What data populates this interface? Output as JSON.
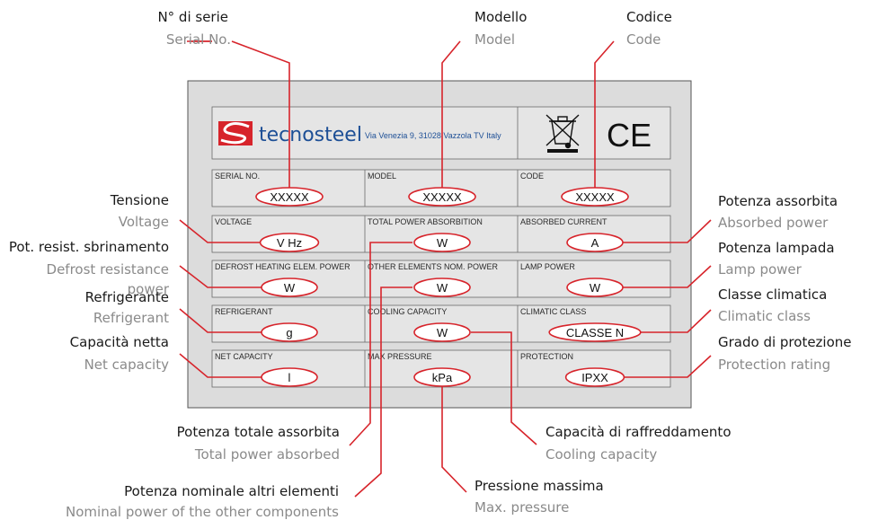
{
  "plate": {
    "brand": "tecnosteel",
    "address": "Via Venezia 9, 31028 Vazzola TV Italy",
    "ce_mark": "CE",
    "rows": [
      [
        {
          "header": "SERIAL NO.",
          "value": "XXXXX"
        },
        {
          "header": "MODEL",
          "value": "XXXXX"
        },
        {
          "header": "CODE",
          "value": "XXXXX"
        }
      ],
      [
        {
          "header": "VOLTAGE",
          "value": "V Hz"
        },
        {
          "header": "TOTAL POWER ABSORBITION",
          "value": "W"
        },
        {
          "header": "ABSORBED CURRENT",
          "value": "A"
        }
      ],
      [
        {
          "header": "DEFROST HEATING ELEM. POWER",
          "value": "W"
        },
        {
          "header": "OTHER ELEMENTS NOM. POWER",
          "value": "W"
        },
        {
          "header": "LAMP POWER",
          "value": "W"
        }
      ],
      [
        {
          "header": "REFRIGERANT",
          "value": "g"
        },
        {
          "header": "COOLING CAPACITY",
          "value": "W"
        },
        {
          "header": "CLIMATIC CLASS",
          "value": "CLASSE N"
        }
      ],
      [
        {
          "header": "NET CAPACITY",
          "value": "l"
        },
        {
          "header": "MAX PRESSURE",
          "value": "kPa"
        },
        {
          "header": "PROTECTION",
          "value": "IPXX"
        }
      ]
    ]
  },
  "callouts": {
    "serial": {
      "it": "N° di serie",
      "en": "Serial No."
    },
    "model": {
      "it": "Modello",
      "en": "Model"
    },
    "code": {
      "it": "Codice",
      "en": "Code"
    },
    "voltage": {
      "it": "Tensione",
      "en": "Voltage"
    },
    "defrost": {
      "it": "Pot. resist. sbrinamento",
      "en": "Defrost resistance",
      "en2": "power"
    },
    "refrigerant": {
      "it": "Refrigerante",
      "en": "Refrigerant"
    },
    "net_capacity": {
      "it": "Capacità netta",
      "en": "Net capacity"
    },
    "absorbed_power": {
      "it": "Potenza assorbita",
      "en": "Absorbed power"
    },
    "lamp_power": {
      "it": "Potenza lampada",
      "en": "Lamp power"
    },
    "climatic_class": {
      "it": "Classe climatica",
      "en": "Climatic class"
    },
    "protection": {
      "it": "Grado di protezione",
      "en": "Protection rating"
    },
    "total_power": {
      "it": "Potenza totale assorbita",
      "en": "Total power absorbed"
    },
    "other_power": {
      "it": "Potenza nominale altri elementi",
      "en": "Nominal power of the other components"
    },
    "cooling_capacity": {
      "it": "Capacità di raffreddamento",
      "en": "Cooling capacity"
    },
    "max_pressure": {
      "it": "Pressione massima",
      "en": "Max. pressure"
    }
  },
  "colors": {
    "accent": "#d7242b",
    "brand": "#1d4f96",
    "plate": "#e5e5e5"
  }
}
